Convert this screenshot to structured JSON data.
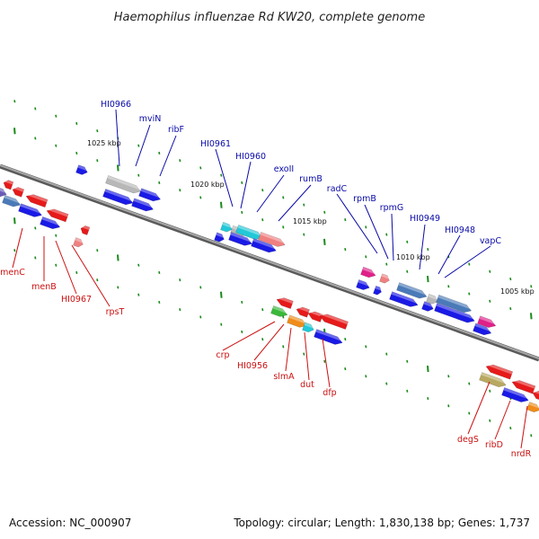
{
  "title": "Haemophilus influenzae Rd KW20, complete genome",
  "footer": {
    "accession": "Accession: NC_000907",
    "summary": "Topology: circular; Length: 1,830,138 bp; Genes: 1,737"
  },
  "scale_labels": [
    "1025 kbp",
    "1020 kbp",
    "1015 kbp",
    "1010 kbp",
    "1005 kbp"
  ],
  "top_labels": [
    "HI0966",
    "mviN",
    "ribF",
    "HI0961",
    "HI0960",
    "exoII",
    "rumB",
    "radC",
    "rpmB",
    "rpmG",
    "HI0949",
    "HI0948",
    "vapC"
  ],
  "bottom_labels": [
    "menC",
    "menB",
    "HI0967",
    "rpsT",
    "crp",
    "HI0956",
    "slmA",
    "dut",
    "dfp",
    "degS",
    "ribD",
    "nrdR"
  ],
  "colors": {
    "backbone": "#8a8a8a",
    "forward_strand": "#1a1ae6",
    "reverse_strand": "#e61a1a",
    "top_label": "#0a0aa8",
    "bottom_label": "#cc1111",
    "tick": "#1a8a1a",
    "cyan_gene": "#22c8d8",
    "salmon_gene": "#f08080",
    "steel_gene": "#4a7ab8",
    "magenta_gene": "#e0208a",
    "grey_gene": "#b8b8b8",
    "green_gene": "#3ab83a",
    "orange_gene": "#f08c1a",
    "olive_gene": "#b8a860",
    "purple_gene": "#6a5ab8"
  }
}
